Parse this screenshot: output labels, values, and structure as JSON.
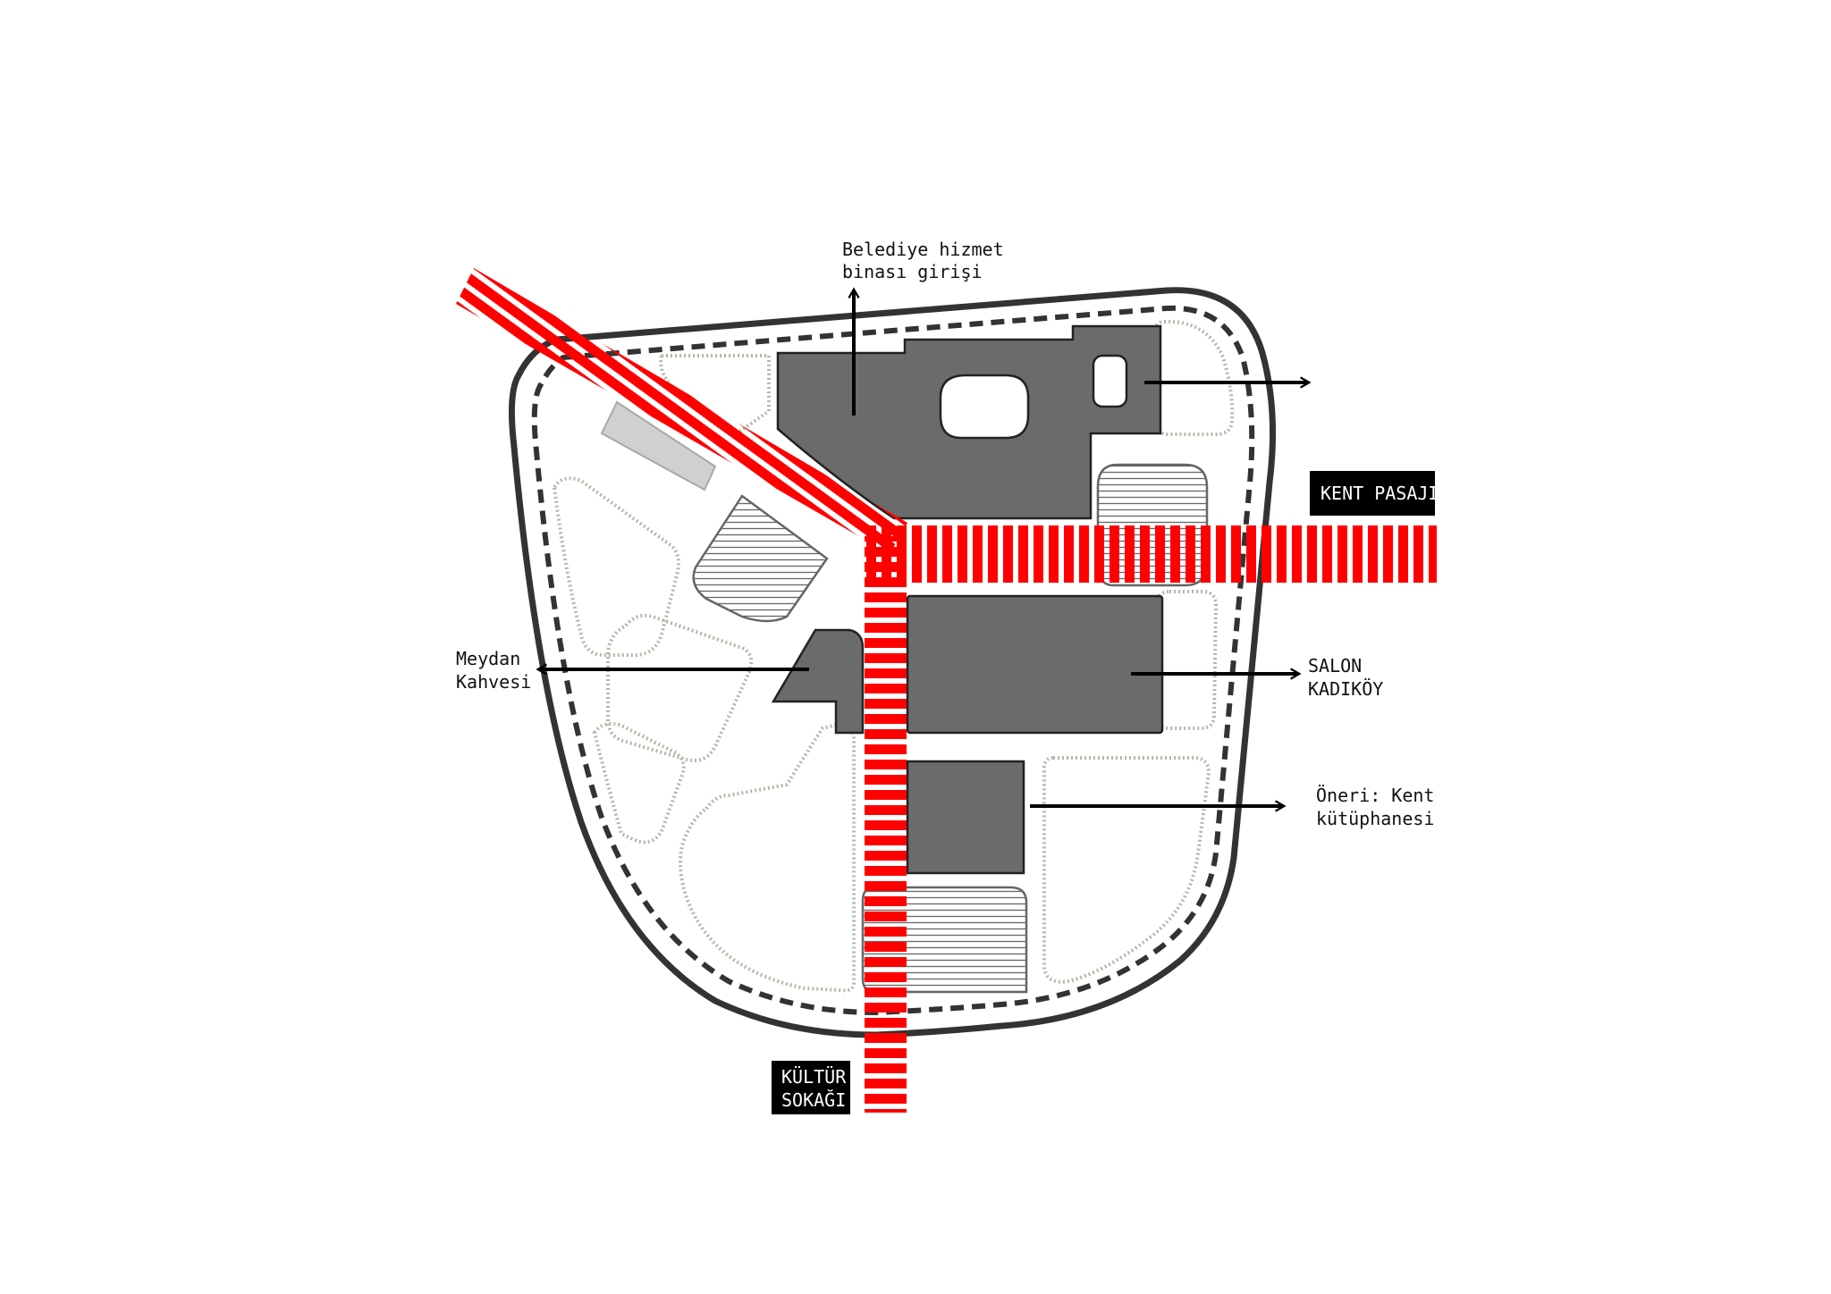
{
  "labels": {
    "belediye_line1": "Belediye hizmet",
    "belediye_line2": "binası girişi",
    "kent_pasaji": "KENT PASAJI",
    "meydan_line1": "Meydan",
    "meydan_line2": "Kahvesi",
    "salon_line1": "SALON",
    "salon_line2": "KADIKÖY",
    "oneri_line1": "Öneri: Kent",
    "oneri_line2": "kütüphanesi",
    "kultur_line1": "KÜLTÜR",
    "kultur_line2": "SOKAĞI"
  },
  "colors": {
    "route": "#ff0000",
    "building": "#6b6b6b",
    "boundary": "#333333",
    "green_dots": "#b3b8a5",
    "label_box": "#000000"
  }
}
